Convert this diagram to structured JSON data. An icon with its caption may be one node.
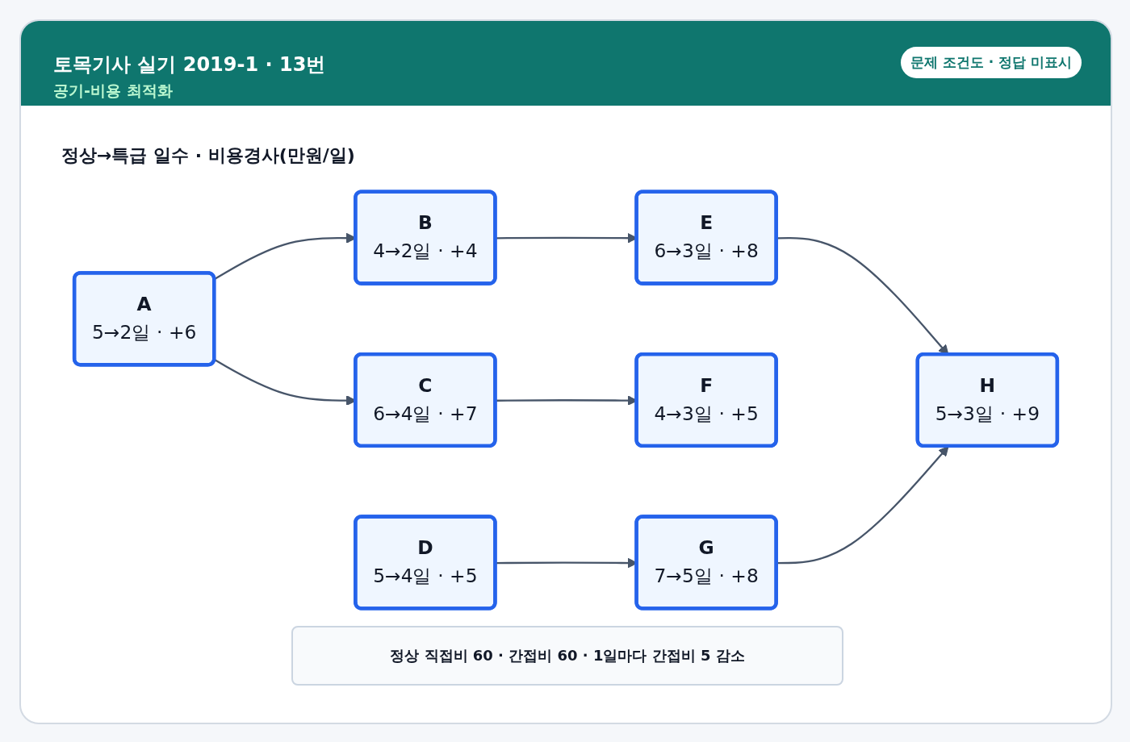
{
  "diagram": {
    "title": "토목기사 실기 2019-1 · 13번",
    "nodes": [
      {
        "text": [
          "A",
          "5→2일 · +6"
        ]
      },
      {
        "text": [
          "B",
          "4→2일 · +4"
        ]
      },
      {
        "text": [
          "C",
          "6→4일 · +7"
        ]
      },
      {
        "text": [
          "D",
          "5→4일 · +5"
        ]
      },
      {
        "text": [
          "E",
          "6→3일 · +8"
        ]
      },
      {
        "text": [
          "F",
          "4→3일 · +5"
        ]
      },
      {
        "text": [
          "G",
          "7→5일 · +8"
        ]
      },
      {
        "text": [
          "H",
          "5→3일 · +9"
        ]
      }
    ],
    "edges": [
      {
        "from": 0,
        "to": 1,
        "arrow": "to"
      },
      {
        "from": 0,
        "to": 2,
        "arrow": "to"
      },
      {
        "from": 1,
        "to": 4,
        "arrow": "to"
      },
      {
        "from": 2,
        "to": 5,
        "arrow": "to"
      },
      {
        "from": 3,
        "to": 6,
        "arrow": "to"
      },
      {
        "from": 4,
        "to": 7,
        "arrow": "to"
      },
      {
        "from": 6,
        "to": 7,
        "arrow": "to"
      }
    ],
    "labels": [
      "공기-비용 최적화",
      "문제 조건도 · 정답 미표시",
      "정상→특급 일수 · 비용경사(만원/일)",
      "정상 직접비 60 · 간접비 60 · 1일마다 간접비 5 감소"
    ]
  }
}
